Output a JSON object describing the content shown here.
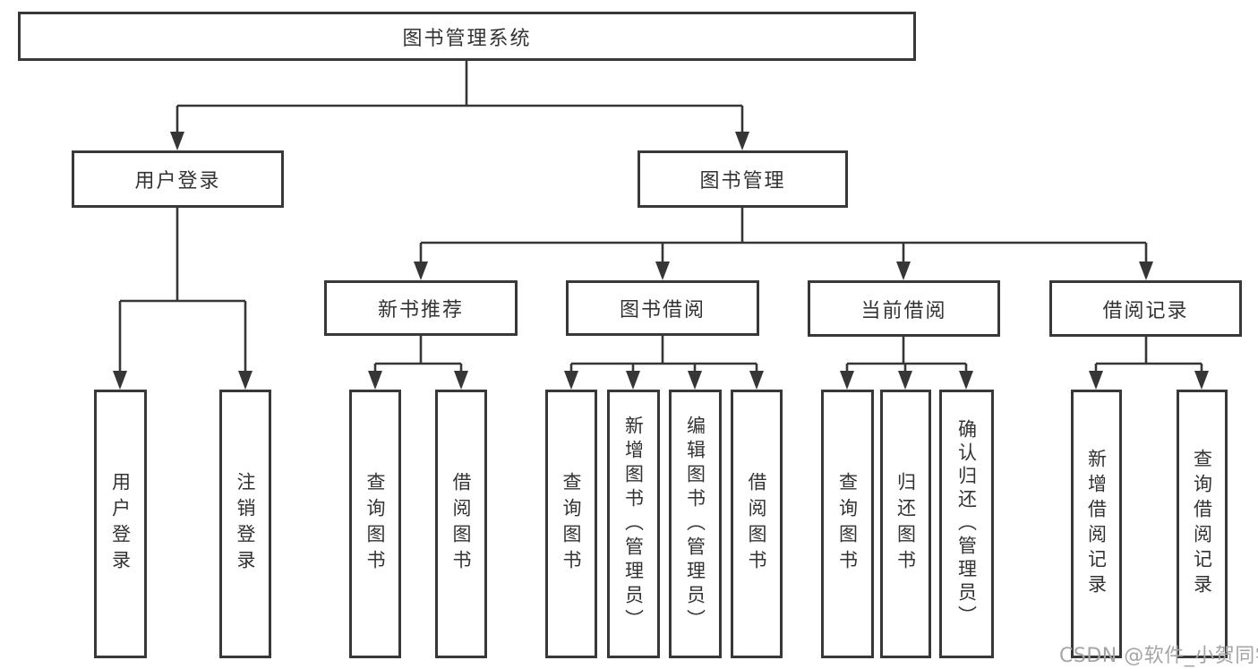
{
  "tree": {
    "root": {
      "label": "图书管理系统"
    },
    "children": [
      {
        "label": "用户登录",
        "leaves": [
          "用户登录",
          "注销登录"
        ]
      },
      {
        "label": "图书管理",
        "children": [
          {
            "label": "新书推荐",
            "leaves": [
              "查询图书",
              "借阅图书"
            ]
          },
          {
            "label": "图书借阅",
            "leaves": [
              "查询图书",
              "新增图书（管理员）",
              "编辑图书（管理员）",
              "借阅图书"
            ]
          },
          {
            "label": "当前借阅",
            "leaves": [
              "查询图书",
              "归还图书",
              "确认归还（管理员）"
            ]
          },
          {
            "label": "借阅记录",
            "leaves": [
              "新增借阅记录",
              "查询借阅记录"
            ]
          }
        ]
      }
    ]
  },
  "watermark": {
    "text": "CSDN @软件_小贺同学"
  },
  "colors": {
    "line": "#363636",
    "box_border": "#383838",
    "text": "#333333",
    "background": "#ffffff",
    "watermark": "#a5a5a5"
  }
}
